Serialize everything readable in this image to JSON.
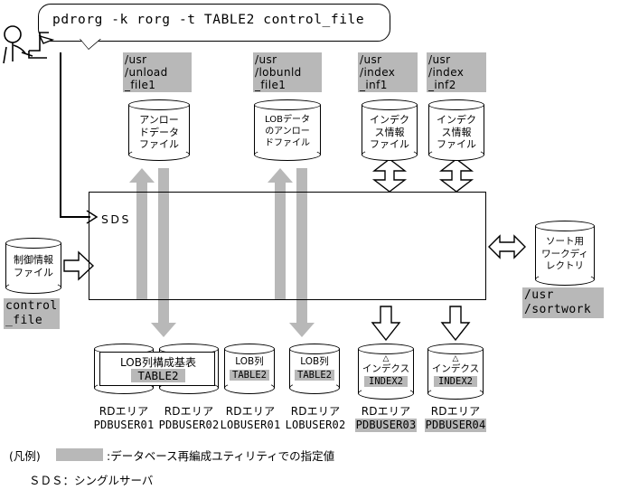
{
  "command_bubble": {
    "text": "pdrorg -k rorg -t TABLE2  control_file"
  },
  "actor": {
    "name": "operator-at-terminal"
  },
  "top_files": [
    {
      "path_label": "/usr\n/unload\n_file1",
      "cylinder_label": "アンロー\nドデータ\nファイル"
    },
    {
      "path_label": "/usr\n/lobunld\n_file1",
      "cylinder_label": "LOBデータ\nのアンロー\nドファイル"
    },
    {
      "path_label": "/usr\n/index\n_inf1",
      "cylinder_label": "インデク\nス情報\nファイル"
    },
    {
      "path_label": "/usr\n/index\n_inf2",
      "cylinder_label": "インデク\nス情報\nファイル"
    }
  ],
  "control_file": {
    "cylinder_label": "制御情報\nファイル",
    "path_label": "control\n_file"
  },
  "server": {
    "label": "SDS"
  },
  "sortwork": {
    "cylinder_label": "ソート用\nワークディ\nレクトリ",
    "path_label": "/usr\n/sortwork"
  },
  "bottom_areas": [
    {
      "box_title": "LOB列構成基表",
      "box_value": "TABLE2",
      "rd_label": "RDエリア",
      "rd_name": "PDBUSER01",
      "rd_name_shaded": false
    },
    {
      "rd_label": "RDエリア",
      "rd_name": "PDBUSER02",
      "rd_name_shaded": false
    },
    {
      "cyl_title": "LOB列",
      "cyl_value": "TABLE2",
      "rd_label": "RDエリア",
      "rd_name": "LOBUSER01",
      "rd_name_shaded": false
    },
    {
      "cyl_title": "LOB列",
      "cyl_value": "TABLE2",
      "rd_label": "RDエリア",
      "rd_name": "LOBUSER02",
      "rd_name_shaded": false
    },
    {
      "cyl_marker": "△",
      "cyl_title": "インデクス",
      "cyl_value": "INDEX2",
      "rd_label": "RDエリア",
      "rd_name": "PDBUSER03",
      "rd_name_shaded": true
    },
    {
      "cyl_marker": "△",
      "cyl_title": "インデクス",
      "cyl_value": "INDEX2",
      "rd_label": "RDエリア",
      "rd_name": "PDBUSER04",
      "rd_name_shaded": true
    }
  ],
  "legend": {
    "title": "(凡例)",
    "swatch_meaning": ":データベース再編成ユティリティでの指定値",
    "abbreviation_line": "ＳＤＳ：シングルサーバ"
  },
  "colors": {
    "shade_gray": "#b8b8b8",
    "line_black": "#000000",
    "background": "#ffffff"
  }
}
